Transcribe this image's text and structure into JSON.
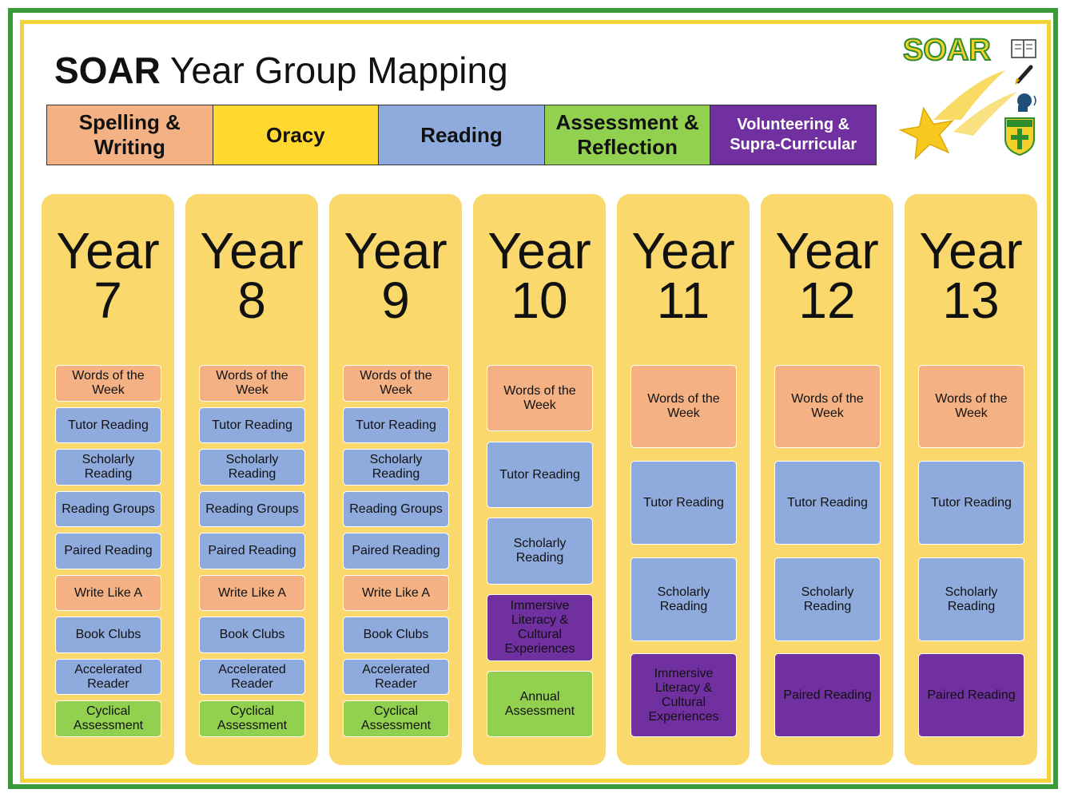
{
  "title": {
    "strong": "SOAR",
    "rest": " Year Group Mapping"
  },
  "logo": {
    "text": "SOAR"
  },
  "colors": {
    "outer_border": "#3a9a3a",
    "inner_border": "#f2d43a",
    "column_bg": "#fbd86b",
    "spelling_writing": "#f4b183",
    "oracy": "#ffd92f",
    "reading": "#8faadc",
    "assessment": "#92d050",
    "volunteering": "#7030a0"
  },
  "legend": [
    {
      "label": "Spelling & Writing",
      "color": "#f4b183"
    },
    {
      "label": "Oracy",
      "color": "#ffd92f"
    },
    {
      "label": "Reading",
      "color": "#8faadc"
    },
    {
      "label": "Assessment & Reflection",
      "color": "#92d050"
    },
    {
      "label": "Volunteering  & Supra-Curricular",
      "color": "#7030a0"
    }
  ],
  "years": [
    {
      "word": "Year",
      "number": "7",
      "items": [
        {
          "label": "Words of the Week",
          "category": "orange"
        },
        {
          "label": "Tutor  Reading",
          "category": "blue"
        },
        {
          "label": "Scholarly Reading",
          "category": "blue"
        },
        {
          "label": "Reading Groups",
          "category": "blue"
        },
        {
          "label": "Paired Reading",
          "category": "blue"
        },
        {
          "label": "Write Like A",
          "category": "orange"
        },
        {
          "label": "Book Clubs",
          "category": "blue"
        },
        {
          "label": "Accelerated Reader",
          "category": "blue"
        },
        {
          "label": "Cyclical Assessment",
          "category": "green"
        }
      ]
    },
    {
      "word": "Year",
      "number": "8",
      "items": [
        {
          "label": "Words of the Week",
          "category": "orange"
        },
        {
          "label": "Tutor  Reading",
          "category": "blue"
        },
        {
          "label": "Scholarly Reading",
          "category": "blue"
        },
        {
          "label": "Reading Groups",
          "category": "blue"
        },
        {
          "label": "Paired Reading",
          "category": "blue"
        },
        {
          "label": "Write Like A",
          "category": "orange"
        },
        {
          "label": "Book Clubs",
          "category": "blue"
        },
        {
          "label": "Accelerated Reader",
          "category": "blue"
        },
        {
          "label": "Cyclical Assessment",
          "category": "green"
        }
      ]
    },
    {
      "word": "Year",
      "number": "9",
      "items": [
        {
          "label": "Words of the Week",
          "category": "orange"
        },
        {
          "label": "Tutor  Reading",
          "category": "blue"
        },
        {
          "label": "Scholarly Reading",
          "category": "blue"
        },
        {
          "label": "Reading Groups",
          "category": "blue"
        },
        {
          "label": "Paired Reading",
          "category": "blue"
        },
        {
          "label": "Write Like A",
          "category": "orange"
        },
        {
          "label": "Book Clubs",
          "category": "blue"
        },
        {
          "label": "Accelerated Reader",
          "category": "blue"
        },
        {
          "label": "Cyclical Assessment",
          "category": "green"
        }
      ]
    },
    {
      "word": "Year",
      "number": "10",
      "items": [
        {
          "label": "Words of the Week",
          "category": "orange"
        },
        {
          "label": "Tutor  Reading",
          "category": "blue"
        },
        {
          "label": "Scholarly Reading",
          "category": "blue"
        },
        {
          "label": "Immersive Literacy & Cultural Experiences",
          "category": "purple"
        },
        {
          "label": "Annual Assessment",
          "category": "green"
        }
      ]
    },
    {
      "word": "Year",
      "number": "11",
      "items": [
        {
          "label": "Words of the Week",
          "category": "orange"
        },
        {
          "label": "Tutor  Reading",
          "category": "blue"
        },
        {
          "label": "Scholarly Reading",
          "category": "blue"
        },
        {
          "label": "Immersive Literacy & Cultural Experiences",
          "category": "purple"
        }
      ]
    },
    {
      "word": "Year",
      "number": "12",
      "items": [
        {
          "label": "Words of the Week",
          "category": "orange"
        },
        {
          "label": "Tutor  Reading",
          "category": "blue"
        },
        {
          "label": "Scholarly Reading",
          "category": "blue"
        },
        {
          "label": "Paired Reading",
          "category": "purple"
        }
      ]
    },
    {
      "word": "Year",
      "number": "13",
      "items": [
        {
          "label": "Words of the Week",
          "category": "orange"
        },
        {
          "label": "Tutor  Reading",
          "category": "blue"
        },
        {
          "label": "Scholarly Reading",
          "category": "blue"
        },
        {
          "label": "Paired Reading",
          "category": "purple"
        }
      ]
    }
  ]
}
